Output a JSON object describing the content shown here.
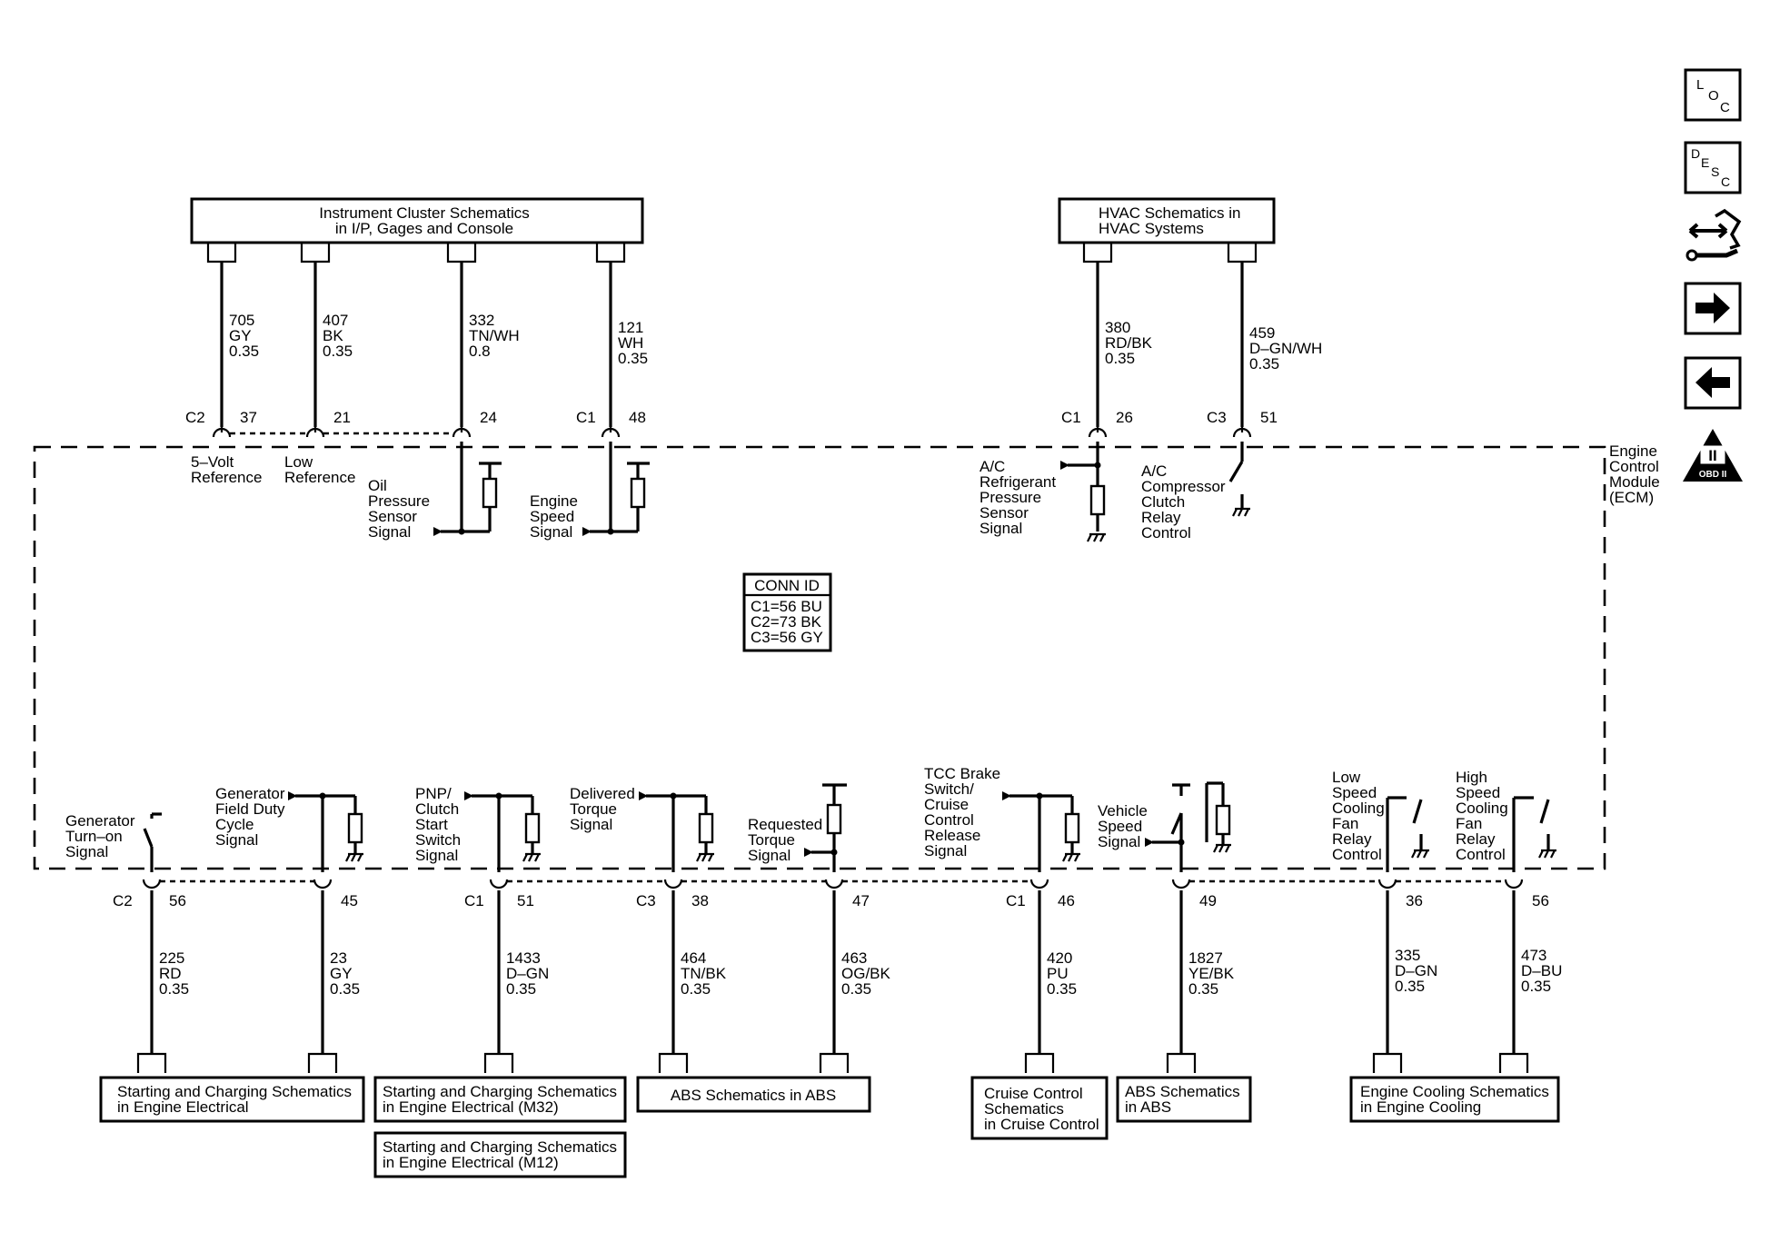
{
  "module": {
    "name": [
      "Engine",
      "Control",
      "Module",
      "(ECM)"
    ]
  },
  "conn_id": {
    "title": "CONN ID",
    "lines": [
      "C1=56 BU",
      "C2=73 BK",
      "C3=56 GY"
    ]
  },
  "nav": {
    "loc": {
      "letters": [
        "L",
        "O",
        "C"
      ]
    },
    "desc": {
      "letters": [
        "D",
        "E",
        "S",
        "C"
      ]
    },
    "obd": {
      "numeral": "II",
      "label": "OBD II"
    }
  },
  "top_boxes": [
    {
      "lines": [
        "Instrument Cluster Schematics",
        "in I/P, Gages and Console"
      ]
    },
    {
      "lines": [
        "HVAC Schematics in",
        "HVAC Systems"
      ]
    }
  ],
  "top_circuits": [
    {
      "wire": [
        "705",
        "GY",
        "0.35"
      ],
      "conn": "C2",
      "pin": "37",
      "label": [
        "5–Volt",
        "Reference"
      ]
    },
    {
      "wire": [
        "407",
        "BK",
        "0.35"
      ],
      "conn": "",
      "pin": "21",
      "label": [
        "Low",
        "Reference"
      ]
    },
    {
      "wire": [
        "332",
        "TN/WH",
        "0.8"
      ],
      "conn": "",
      "pin": "24",
      "label": [
        "Oil",
        "Pressure",
        "Sensor",
        "Signal"
      ]
    },
    {
      "wire": [
        "121",
        "WH",
        "0.35"
      ],
      "conn": "C1",
      "pin": "48",
      "label": [
        "Engine",
        "Speed",
        "Signal"
      ]
    },
    {
      "wire": [
        "380",
        "RD/BK",
        "0.35"
      ],
      "conn": "C1",
      "pin": "26",
      "label": [
        "A/C",
        "Refrigerant",
        "Pressure",
        "Sensor",
        "Signal"
      ]
    },
    {
      "wire": [
        "459",
        "D–GN/WH",
        "0.35"
      ],
      "conn": "C3",
      "pin": "51",
      "label": [
        "A/C",
        "Compressor",
        "Clutch",
        "Relay",
        "Control"
      ]
    }
  ],
  "bottom_circuits": [
    {
      "wire": [
        "225",
        "RD",
        "0.35"
      ],
      "conn": "C2",
      "pin": "56",
      "label": [
        "Generator",
        "Turn–on",
        "Signal"
      ]
    },
    {
      "wire": [
        "23",
        "GY",
        "0.35"
      ],
      "conn": "",
      "pin": "45",
      "label": [
        "Generator",
        "Field Duty",
        "Cycle",
        "Signal"
      ]
    },
    {
      "wire": [
        "1433",
        "D–GN",
        "0.35"
      ],
      "conn": "C1",
      "pin": "51",
      "label": [
        "PNP/",
        "Clutch",
        "Start",
        "Switch",
        "Signal"
      ]
    },
    {
      "wire": [
        "464",
        "TN/BK",
        "0.35"
      ],
      "conn": "C3",
      "pin": "38",
      "label": [
        "Delivered",
        "Torque",
        "Signal"
      ]
    },
    {
      "wire": [
        "463",
        "OG/BK",
        "0.35"
      ],
      "conn": "",
      "pin": "47",
      "label": [
        "Requested",
        "Torque",
        "Signal"
      ]
    },
    {
      "wire": [
        "420",
        "PU",
        "0.35"
      ],
      "conn": "C1",
      "pin": "46",
      "label": [
        "TCC Brake",
        "Switch/",
        "Cruise",
        "Control",
        "Release",
        "Signal"
      ]
    },
    {
      "wire": [
        "1827",
        "YE/BK",
        "0.35"
      ],
      "conn": "",
      "pin": "49",
      "label": [
        "Vehicle",
        "Speed",
        "Signal"
      ]
    },
    {
      "wire": [
        "335",
        "D–GN",
        "0.35"
      ],
      "conn": "",
      "pin": "36",
      "label": [
        "Low",
        "Speed",
        "Cooling",
        "Fan",
        "Relay",
        "Control"
      ]
    },
    {
      "wire": [
        "473",
        "D–BU",
        "0.35"
      ],
      "conn": "",
      "pin": "56",
      "label": [
        "High",
        "Speed",
        "Cooling",
        "Fan",
        "Relay",
        "Control"
      ]
    }
  ],
  "bottom_boxes": [
    {
      "lines": [
        "Starting and Charging Schematics",
        "in Engine Electrical"
      ]
    },
    {
      "lines": [
        "Starting and Charging Schematics",
        "in Engine Electrical (M32)"
      ]
    },
    {
      "lines": [
        "Starting and Charging Schematics",
        "in Engine Electrical (M12)"
      ]
    },
    {
      "lines": [
        "ABS Schematics in ABS"
      ]
    },
    {
      "lines": [
        "Cruise Control",
        "Schematics",
        "in Cruise Control"
      ]
    },
    {
      "lines": [
        "ABS Schematics",
        "in ABS"
      ]
    },
    {
      "lines": [
        "Engine Cooling Schematics",
        "in Engine Cooling"
      ]
    }
  ]
}
